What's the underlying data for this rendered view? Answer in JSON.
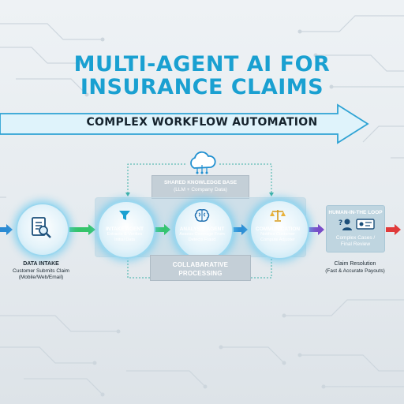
{
  "title": {
    "line1": "MULTI-AGENT AI FOR",
    "line2": "INSURANCE CLAIMS"
  },
  "banner": {
    "label": "COMPLEX WORKFLOW AUTOMATION"
  },
  "knowledge_base": {
    "title": "SHARED KNOWLEDGE BASE",
    "subtitle": "(LLM + Company Data)",
    "icon": "cloud-network-icon"
  },
  "collab": {
    "line1": "COLLABARATIVE",
    "line2": "PROCESSING"
  },
  "data_intake": {
    "title": "DATA INTAKE",
    "line1": "Customer Submits Claim",
    "line2": "(Mobile/Web/Email)",
    "icon": "document-search-icon"
  },
  "agents": [
    {
      "title": "INTAKE AGENT",
      "line1": "Extracts & Verifies",
      "line2": "Initial Data",
      "icon": "funnel-icon"
    },
    {
      "title": "ANALYSIS AGENT",
      "line1": "Assess Coverage From",
      "line2": "Detects Fraud",
      "icon": "brain-icon"
    },
    {
      "title": "COMMUNICATION",
      "line1": "Notifies Customer",
      "line2": "Compute Adjuster",
      "icon": "scales-icon"
    }
  ],
  "hitl": {
    "title": "HUMAN-IN-THE LOOP",
    "line1": "Complex Cases /",
    "line2": "Final Review",
    "icons": [
      "person-question-icon",
      "id-card-icon"
    ]
  },
  "resolution": {
    "title": "Claim Resolution",
    "subtitle": "(Fast & Accurate Payouts)"
  },
  "colors": {
    "title": "#1aa0d1",
    "banner_fill": "#dff3fb",
    "banner_stroke": "#2fa3d4",
    "node_glow": "#5fc8f0",
    "arrow_blue": "#2b8ad3",
    "arrow_green": "#35c46a",
    "arrow_purple": "#7a4cc7",
    "arrow_red": "#e03a3a",
    "connector": "#3bb0a6"
  }
}
